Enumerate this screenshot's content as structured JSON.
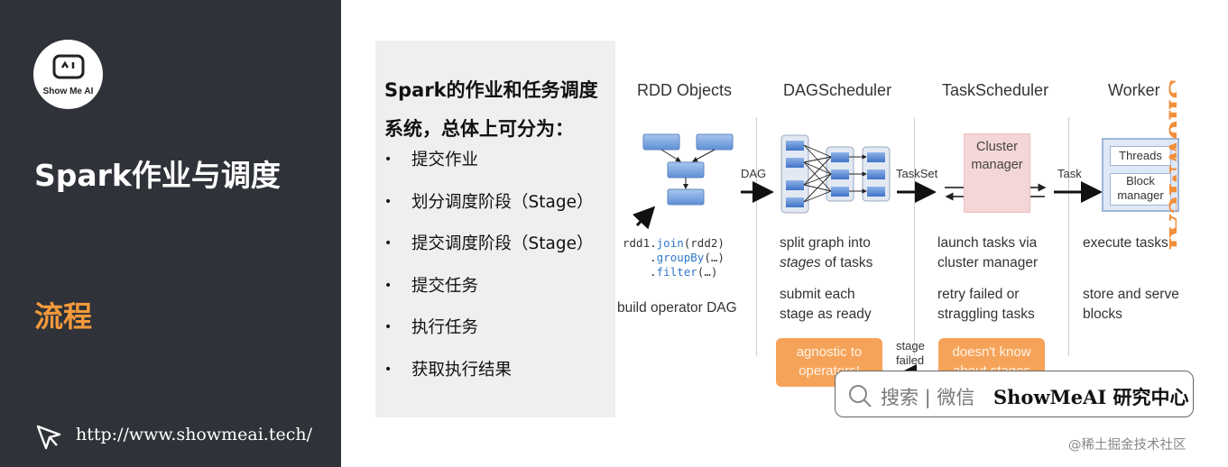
{
  "sidebar": {
    "logo_text": "Show Me AI",
    "title": "Spark作业与调度",
    "subtitle": "流程",
    "url": "http://www.showmeai.tech/"
  },
  "card": {
    "heading": "Spark的作业和任务调度系统，总体上可分为：",
    "bullet": "•",
    "steps": [
      "提交作业",
      "划分调度阶段（Stage）",
      "提交调度阶段（Stage）",
      "提交任务",
      "执行任务",
      "获取执行结果"
    ]
  },
  "diagram": {
    "columns": [
      "RDD Objects",
      "DAGScheduler",
      "TaskScheduler",
      "Worker"
    ],
    "arrow_labels": {
      "dag": "DAG",
      "taskset": "TaskSet",
      "task": "Task",
      "stage_failed": "stage\nfailed"
    },
    "code": {
      "line1_prefix": "rdd1.",
      "line1_fn": "join",
      "line1_suffix": "(rdd2)",
      "line2_prefix": "    .",
      "line2_fn": "groupBy",
      "line2_suffix": "(…)",
      "line3_prefix": "    .",
      "line3_fn": "filter",
      "line3_suffix": "(…)"
    },
    "rdd_desc": "build operator DAG",
    "dag_desc1": "split graph into",
    "dag_desc1b_italic": "stages",
    "dag_desc1b_rest": " of tasks",
    "dag_desc2": "submit each\nstage as ready",
    "task_desc1": "launch tasks via\ncluster manager",
    "task_desc2": "retry failed or\nstraggling tasks",
    "worker_desc1": "execute tasks",
    "worker_desc2": "store and serve\nblocks",
    "cluster_manager": "Cluster\nmanager",
    "threads": "Threads",
    "block_manager": "Block\nmanager",
    "note_agnostic": "agnostic to\noperators!",
    "note_stages": "doesn't know\nabout stages"
  },
  "watermark": {
    "vertical": "ShowMeAI",
    "bottom": "ShowMeAI"
  },
  "search_bar": {
    "hint": "搜索 | 微信",
    "brand": "ShowMeAI 研究中心"
  },
  "footer": {
    "source": "@稀土掘金技术社区"
  },
  "colors": {
    "sidebar_bg": "#2f3238",
    "accent": "#f39a3b",
    "card_bg": "#efefef",
    "note_orange": "#f6a35a"
  }
}
